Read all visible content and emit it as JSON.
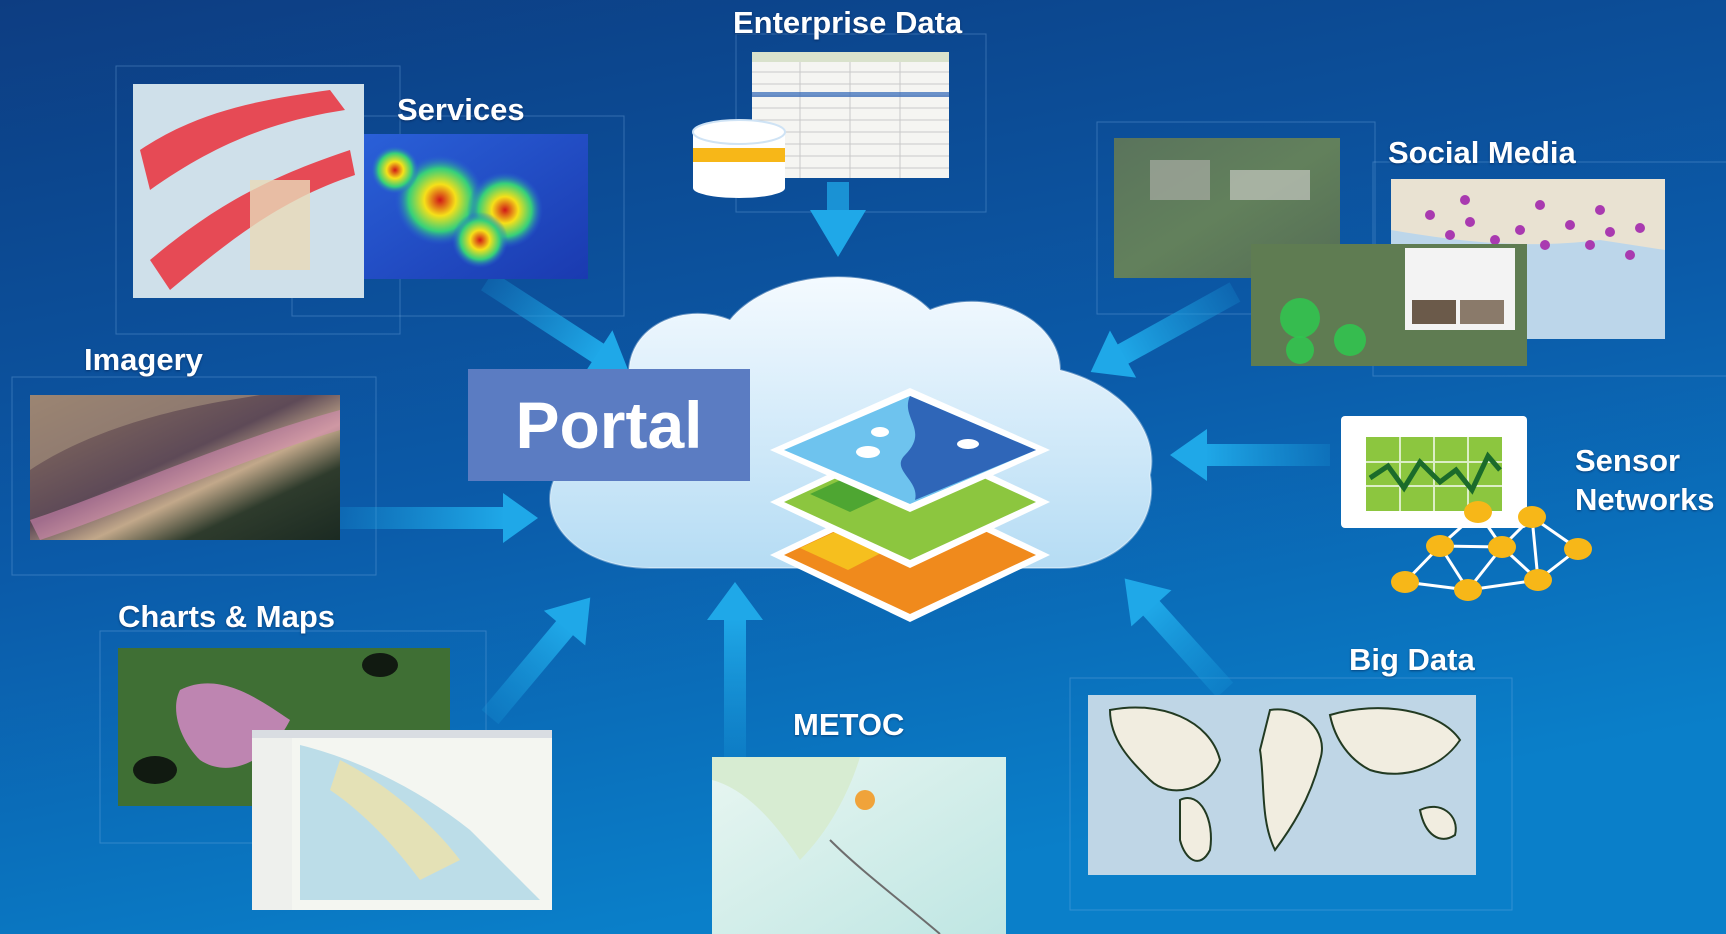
{
  "center": {
    "label": "Portal",
    "icon": "layered-map-icon"
  },
  "sources": {
    "enterprise_data": "Enterprise Data",
    "services": "Services",
    "social_media": "Social Media",
    "imagery": "Imagery",
    "sensor_networks_line1": "Sensor",
    "sensor_networks_line2": "Networks",
    "charts_maps": "Charts & Maps",
    "metoc": "METOC",
    "big_data": "Big Data"
  },
  "colors": {
    "background_top": "#0d3d82",
    "background_bottom": "#0a7fc9",
    "arrow": "#1fa3e0",
    "portal_box": "#5b7cc2",
    "cloud": "#e6f3fc",
    "sensor_node": "#f7b718",
    "layer_blue": "#4f8fd6",
    "layer_green": "#8cc63f",
    "layer_orange": "#f08a1c"
  },
  "icons": [
    "database-icon",
    "sensor-monitor-icon",
    "sensor-network-icon",
    "layered-map-icon",
    "arrow-icon"
  ]
}
